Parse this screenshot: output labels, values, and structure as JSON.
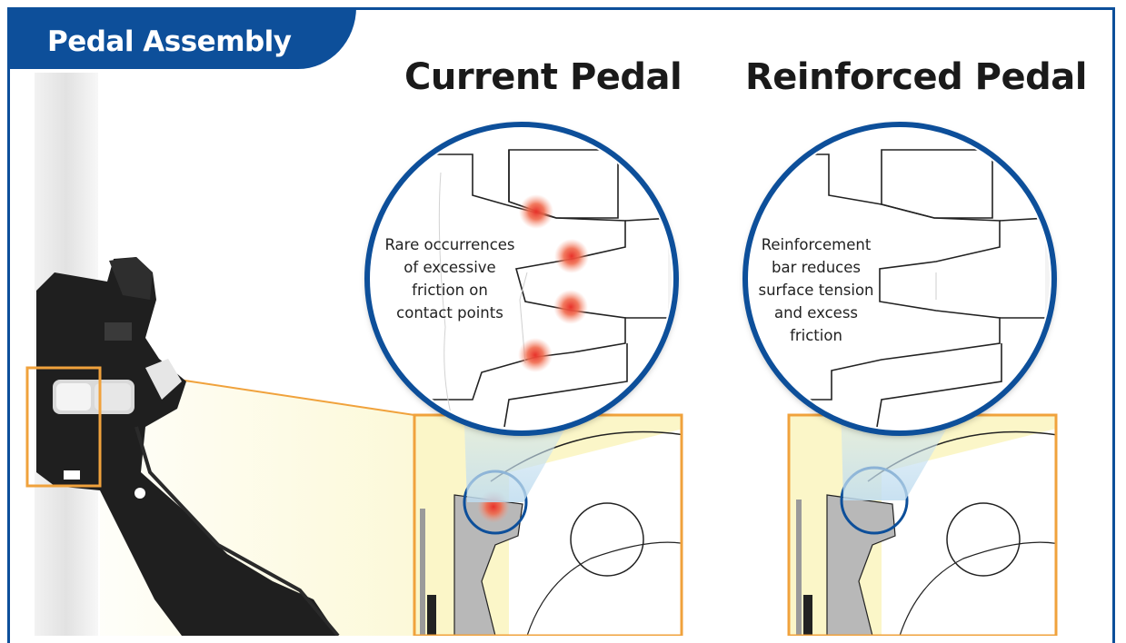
{
  "header": {
    "tab_label": "Pedal Assembly"
  },
  "panels": [
    {
      "heading": "Current Pedal",
      "callout": [
        "Rare occurrences",
        "of excessive",
        "friction on",
        "contact points"
      ]
    },
    {
      "heading": "Reinforced Pedal",
      "callout": [
        "Reinforcement",
        "bar reduces",
        "surface tension",
        "and excess",
        "friction"
      ]
    }
  ],
  "colors": {
    "brand_blue": "#0d4f9a",
    "highlight_orange": "#f0a23c",
    "friction_red": "#e8322a",
    "pale_yellow": "#fbf6c8"
  }
}
